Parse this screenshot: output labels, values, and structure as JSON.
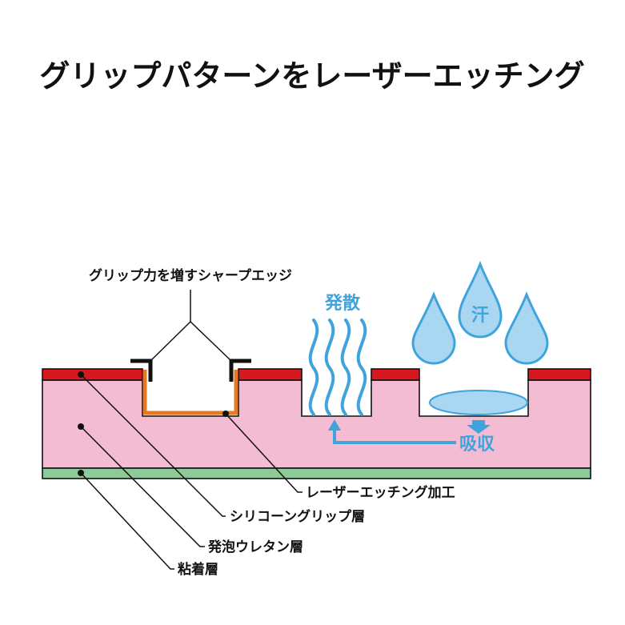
{
  "title": "グリップパターンをレーザーエッチング",
  "labels": {
    "sharp_edge": "グリップ力を増すシャープエッジ",
    "evaporation": "発散",
    "sweat": "汗",
    "absorption": "吸収",
    "laser_etching": "レーザーエッチング加工",
    "silicone_layer": "シリコーングリップ層",
    "foam_layer": "発泡ウレタン層",
    "adhesive_layer": "粘着層"
  },
  "colors": {
    "silicone": "#d7191f",
    "foam": "#f4bcd3",
    "adhesive": "#8ec99a",
    "etch_line": "#e87722",
    "water": "#3fa3dc",
    "water_fill": "#a9d6f0",
    "ink": "#111111"
  }
}
